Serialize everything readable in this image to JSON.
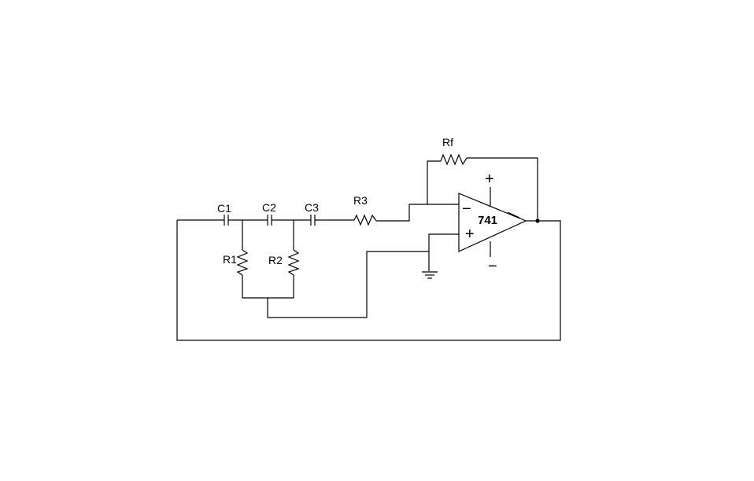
{
  "labels": {
    "c1": "C1",
    "c2": "C2",
    "c3": "C3",
    "r1": "R1",
    "r2": "R2",
    "r3": "R3",
    "rf": "Rf",
    "opamp": "741",
    "inv": "−",
    "noninv": "+",
    "vpos": "+",
    "vneg": "−"
  },
  "colors": {
    "ink": "#000000",
    "background": "#ffffff"
  }
}
